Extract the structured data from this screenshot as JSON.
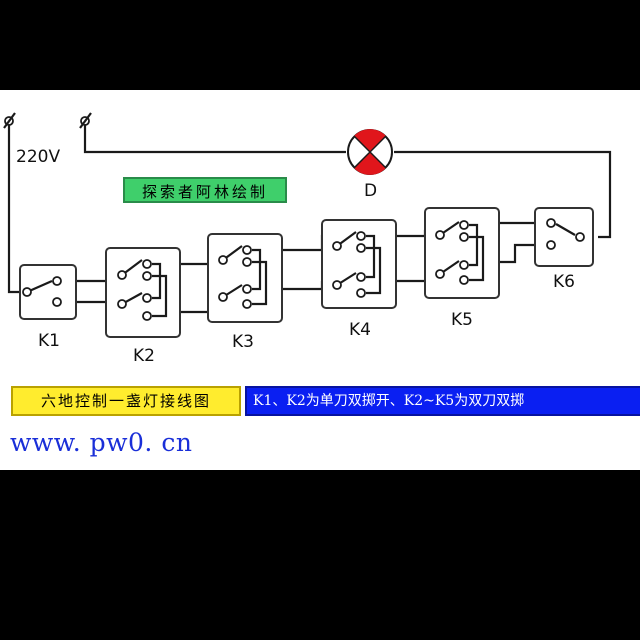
{
  "voltage_label": "220V",
  "lamp_label": "D",
  "author_label": "探索者阿林绘制",
  "title": "六地控制一盏灯接线图",
  "note": "K1、K2为单刀双掷开、K2~K5为双刀双掷",
  "website": "www. pw0. cn",
  "switches": [
    {
      "label": "K1"
    },
    {
      "label": "K2"
    },
    {
      "label": "K3"
    },
    {
      "label": "K4"
    },
    {
      "label": "K5"
    },
    {
      "label": "K6"
    }
  ],
  "colors": {
    "lamp": "#e0161b",
    "author_bg": "#3fcf6b",
    "title_bg": "#ffec2e",
    "note_bg": "#0a1ff2",
    "website": "#1a2fd8"
  }
}
